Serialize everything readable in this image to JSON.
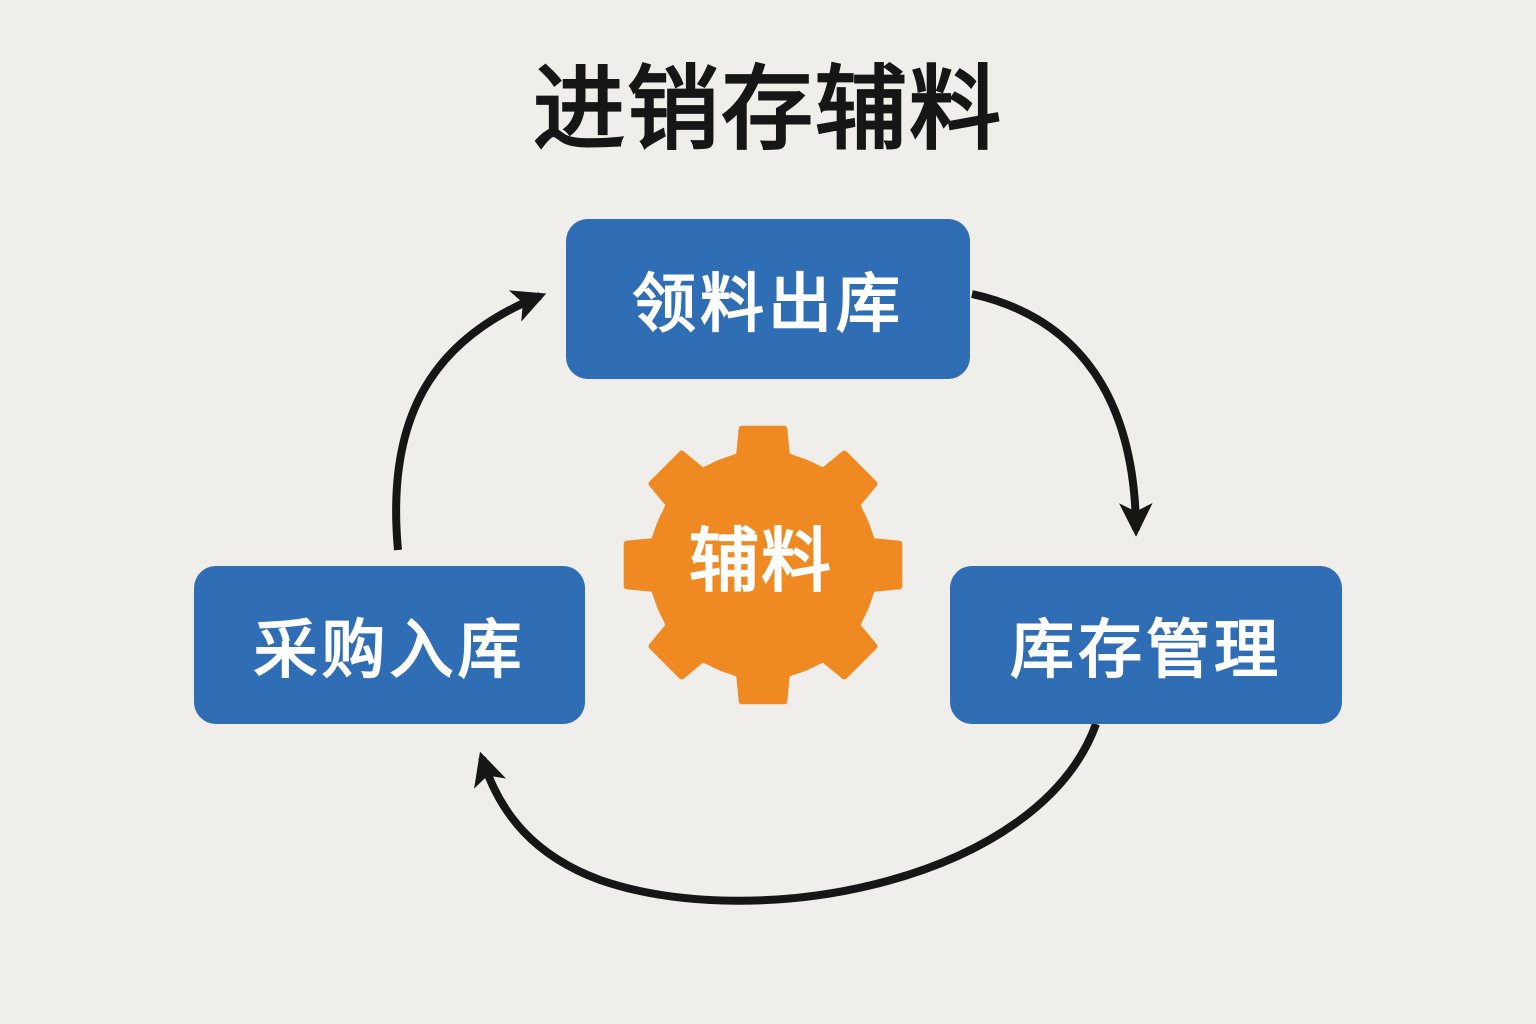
{
  "diagram": {
    "title": "进销存辅料",
    "center_label": "辅料",
    "steps": [
      {
        "label": "领料出库"
      },
      {
        "label": "库存管理"
      },
      {
        "label": "采购入库"
      }
    ]
  },
  "colors": {
    "background": "#efeeea",
    "box": "#2f6db5",
    "gear": "#ef8a22",
    "arrow": "#161616",
    "title": "#161616"
  },
  "icons": {
    "center": "gear-icon"
  }
}
